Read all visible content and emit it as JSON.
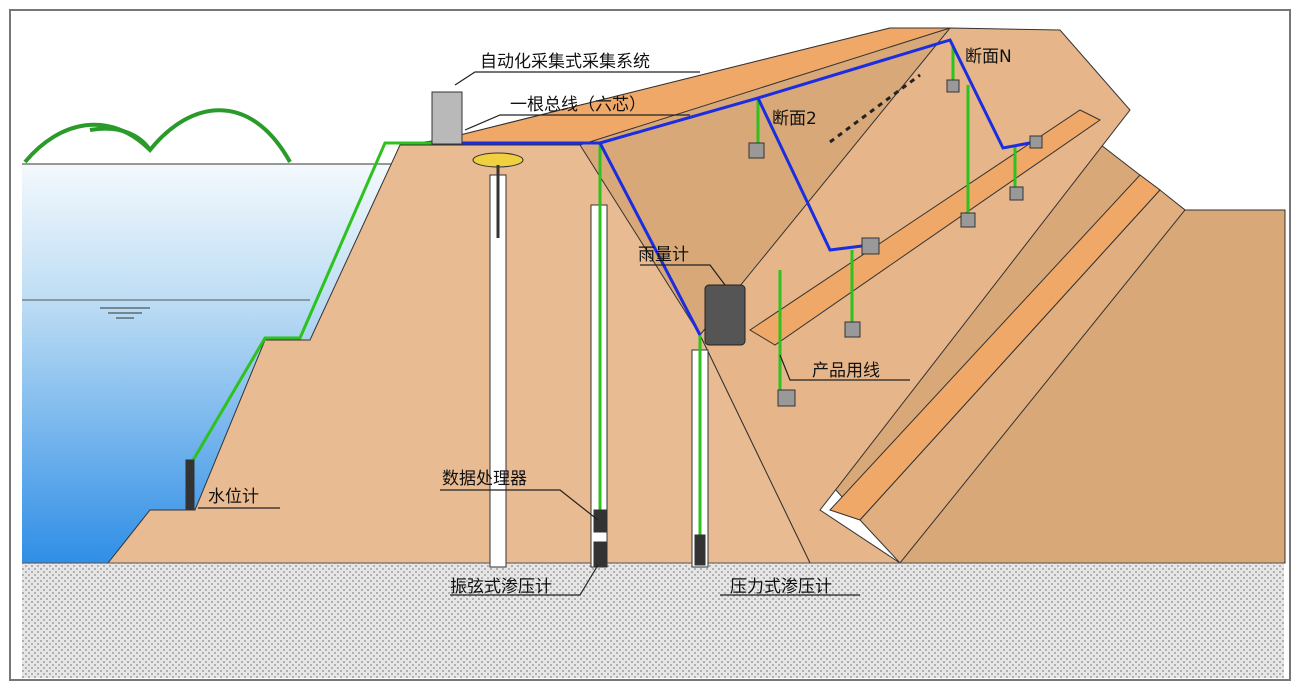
{
  "labels": {
    "system": "自动化采集式采集系统",
    "bus": "一根总线（六芯）",
    "section_n": "断面N",
    "section_2": "断面2",
    "rain_gauge": "雨量计",
    "product_line": "产品用线",
    "data_processor": "数据处理器",
    "vw_piezometer": "振弦式渗压计",
    "pressure_piezometer": "压力式渗压计",
    "water_level": "水位计"
  },
  "colors": {
    "bus": "#1a2ee0",
    "wire": "#2dc21d",
    "dam": "#e9bb92",
    "crest": "#f0a868",
    "water": "#5aa8e8"
  }
}
